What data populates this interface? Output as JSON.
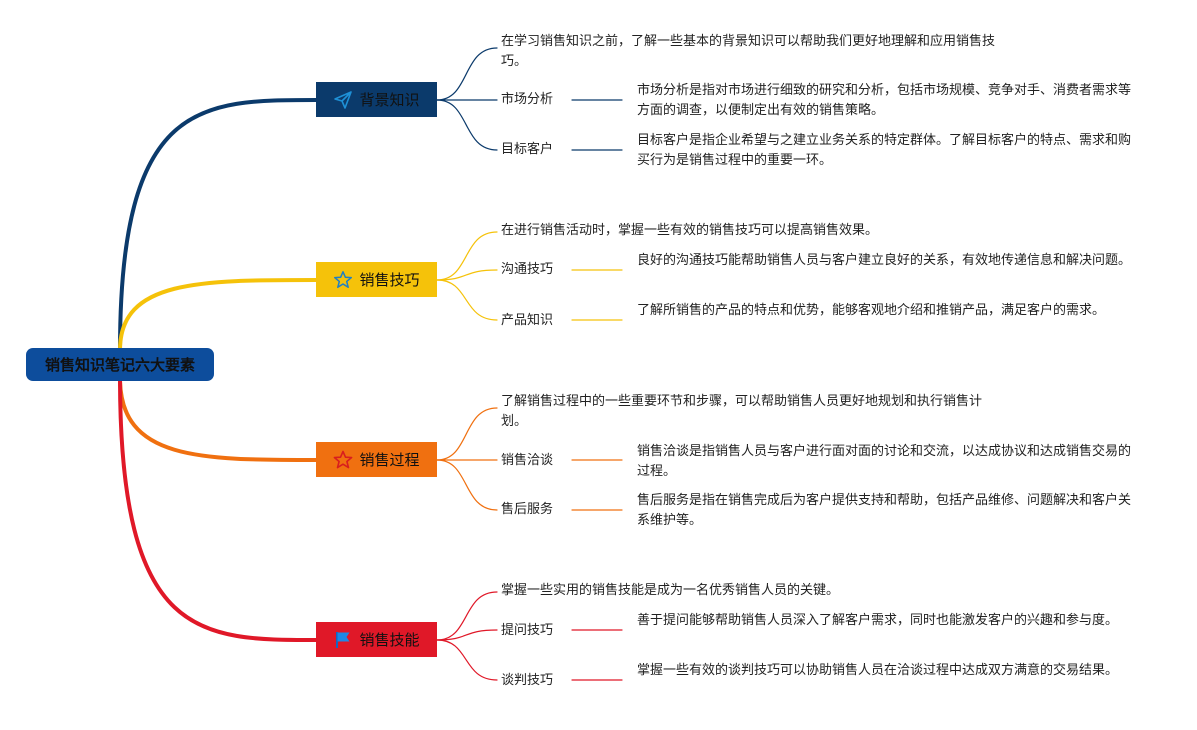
{
  "root": {
    "label": "销售知识笔记六大要素",
    "color": "#0d4d9c"
  },
  "branches": [
    {
      "label": "背景知识",
      "color": "#0b3a6b",
      "icon": "paper-plane-icon",
      "intro": "在学习销售知识之前，了解一些基本的背景知识可以帮助我们更好地理解和应用销售技巧。",
      "items": [
        {
          "label": "市场分析",
          "desc": "市场分析是指对市场进行细致的研究和分析，包括市场规模、竞争对手、消费者需求等方面的调查，以便制定出有效的销售策略。"
        },
        {
          "label": "目标客户",
          "desc": "目标客户是指企业希望与之建立业务关系的特定群体。了解目标客户的特点、需求和购买行为是销售过程中的重要一环。"
        }
      ]
    },
    {
      "label": "销售技巧",
      "color": "#f5c20a",
      "icon": "star-icon",
      "intro": "在进行销售活动时，掌握一些有效的销售技巧可以提高销售效果。",
      "items": [
        {
          "label": "沟通技巧",
          "desc": "良好的沟通技巧能帮助销售人员与客户建立良好的关系，有效地传递信息和解决问题。"
        },
        {
          "label": "产品知识",
          "desc": "了解所销售的产品的特点和优势，能够客观地介绍和推销产品，满足客户的需求。"
        }
      ]
    },
    {
      "label": "销售过程",
      "color": "#f07010",
      "icon": "star-outline-icon",
      "intro": "了解销售过程中的一些重要环节和步骤，可以帮助销售人员更好地规划和执行销售计划。",
      "items": [
        {
          "label": "销售洽谈",
          "desc": "销售洽谈是指销售人员与客户进行面对面的讨论和交流，以达成协议和达成销售交易的过程。"
        },
        {
          "label": "售后服务",
          "desc": "售后服务是指在销售完成后为客户提供支持和帮助，包括产品维修、问题解决和客户关系维护等。"
        }
      ]
    },
    {
      "label": "销售技能",
      "color": "#e01828",
      "icon": "flag-icon",
      "intro": "掌握一些实用的销售技能是成为一名优秀销售人员的关键。",
      "items": [
        {
          "label": "提问技巧",
          "desc": "善于提问能够帮助销售人员深入了解客户需求，同时也能激发客户的兴趣和参与度。"
        },
        {
          "label": "谈判技巧",
          "desc": "掌握一些有效的谈判技巧可以协助销售人员在洽谈过程中达成双方满意的交易结果。"
        }
      ]
    }
  ]
}
